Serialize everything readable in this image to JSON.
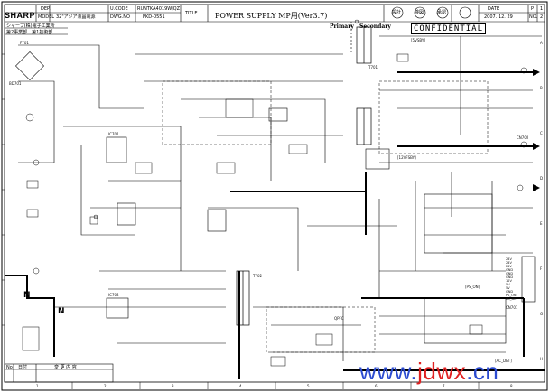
{
  "titleblock": {
    "company": "SHARP",
    "dept_label": "DEP.",
    "model_label": "MODEL",
    "model_value": "32\"アジア液晶電源",
    "ucode_label": "U.CODE",
    "ucode_value": "RUNTKA4019WJQZ",
    "dwgno_label": "DWG.NO",
    "dwgno_value": "PKD-0551",
    "title_label": "TITLE",
    "title_value": "POWER SUPPLY MP用(Ver3.7)",
    "org_line1": "シャープ(株)電子工業所",
    "org_line2": "第2事業部　第1技術部",
    "date_label": "DATE",
    "date_value": "2007. 12. 29",
    "page_label": "P",
    "page_value": "1",
    "no_label": "NO.",
    "no_value": "2",
    "stamp1": "設計",
    "stamp2": "検図",
    "stamp3": "承認"
  },
  "confidential": "CONFIDENTIAL",
  "zones": {
    "primary": "Primary",
    "secondary": "Secondary"
  },
  "revision_table": {
    "no": "No",
    "date": "日付",
    "content": "変 更 内 容"
  },
  "labels": {
    "l5v": "[5VSBY]",
    "l12v": "[12VFSBY]",
    "ps_on": "[PS_ON]",
    "ac_det": "[AC_DET]",
    "qpfc": "QPFC",
    "t701": "T701",
    "t702": "T702",
    "ic701": "IC701",
    "ic702": "IC702",
    "f701": "F701",
    "bd701": "BD701",
    "n1": "N",
    "n2": "N",
    "cn1": "CN701",
    "cn2": "CN702"
  },
  "connector_pins": [
    "24V",
    "24V",
    "24V",
    "GND",
    "GND",
    "GND",
    "12V",
    "5V",
    "5V",
    "GND",
    "PS_ON",
    "AC_DET"
  ],
  "grid": {
    "cols": [
      "1",
      "2",
      "3",
      "4",
      "5",
      "6",
      "7",
      "8"
    ],
    "rows": [
      "A",
      "B",
      "C",
      "D",
      "E",
      "F",
      "G",
      "H"
    ]
  },
  "watermark": {
    "prefix": "www.",
    "name": "jdwx",
    "suffix": ".cn"
  }
}
